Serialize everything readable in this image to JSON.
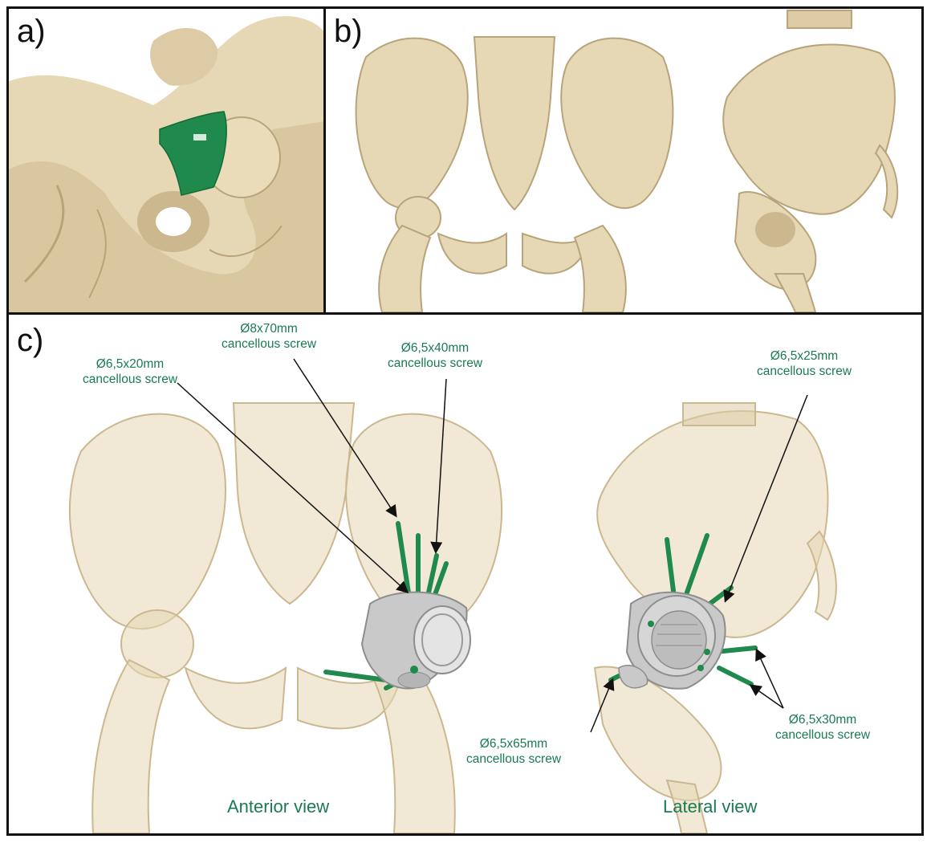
{
  "panels": {
    "a": {
      "letter": "a)"
    },
    "b": {
      "letter": "b)"
    },
    "c": {
      "letter": "c)"
    }
  },
  "screws": [
    {
      "size": "Ø8x70mm",
      "type": "cancellous screw"
    },
    {
      "size": "Ø6,5x40mm",
      "type": "cancellous screw"
    },
    {
      "size": "Ø6,5x20mm",
      "type": "cancellous screw"
    },
    {
      "size": "Ø6,5x25mm",
      "type": "cancellous screw"
    },
    {
      "size": "Ø6,5x65mm",
      "type": "cancellous screw"
    },
    {
      "size": "Ø6,5x30mm",
      "type": "cancellous screw"
    }
  ],
  "captions": {
    "anterior": "Anterior view",
    "lateral": "Lateral view"
  },
  "colors": {
    "bone": "#e6d7b5",
    "bone_shadow": "#cbb88f",
    "implant_green": "#1f8a4c",
    "label_green": "#1a7a52",
    "cup_gray": "#c9c9c9"
  }
}
